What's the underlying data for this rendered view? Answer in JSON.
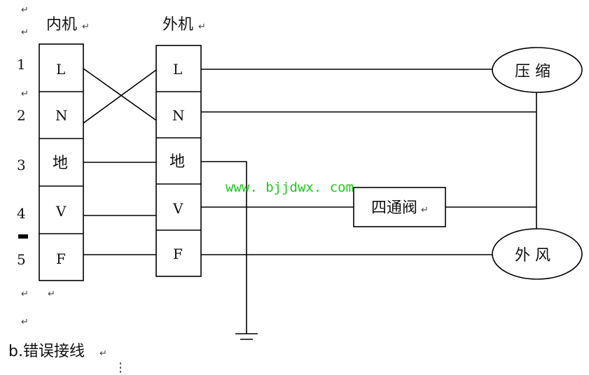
{
  "headers": {
    "indoor": "内机",
    "outdoor": "外机"
  },
  "row_numbers": [
    "1",
    "2",
    "3",
    "4",
    "5"
  ],
  "indoor_terminals": [
    "L",
    "N",
    "地",
    "V",
    "F"
  ],
  "outdoor_terminals": [
    "L",
    "N",
    "地",
    "V",
    "F"
  ],
  "components": {
    "compressor": "压 缩",
    "four_way_valve": "四通阀",
    "outdoor_fan": "外 风"
  },
  "watermark": "www. bjjdwx. com",
  "caption": "b.错误接线",
  "paragraph_mark": "↵",
  "colors": {
    "line": "#000000",
    "watermark": "#1ec81e"
  }
}
